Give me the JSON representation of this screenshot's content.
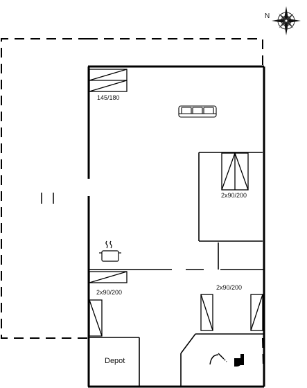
{
  "compass": {
    "north_label": "N",
    "icon": "compass-rose-icon"
  },
  "labels": {
    "bed_upper_left": "145/180",
    "bed_right": "2x90/200",
    "bed_lower_left": "2x90/200",
    "bed_lower_right": "2x90/200",
    "depot": "Depot"
  },
  "icons": {
    "sofa": "sofa-icon",
    "cooking_pot": "cooking-pot-icon",
    "shower": "shower-icon",
    "toilet": "toilet-icon"
  },
  "colors": {
    "wall": "#000000",
    "background": "#ffffff"
  }
}
